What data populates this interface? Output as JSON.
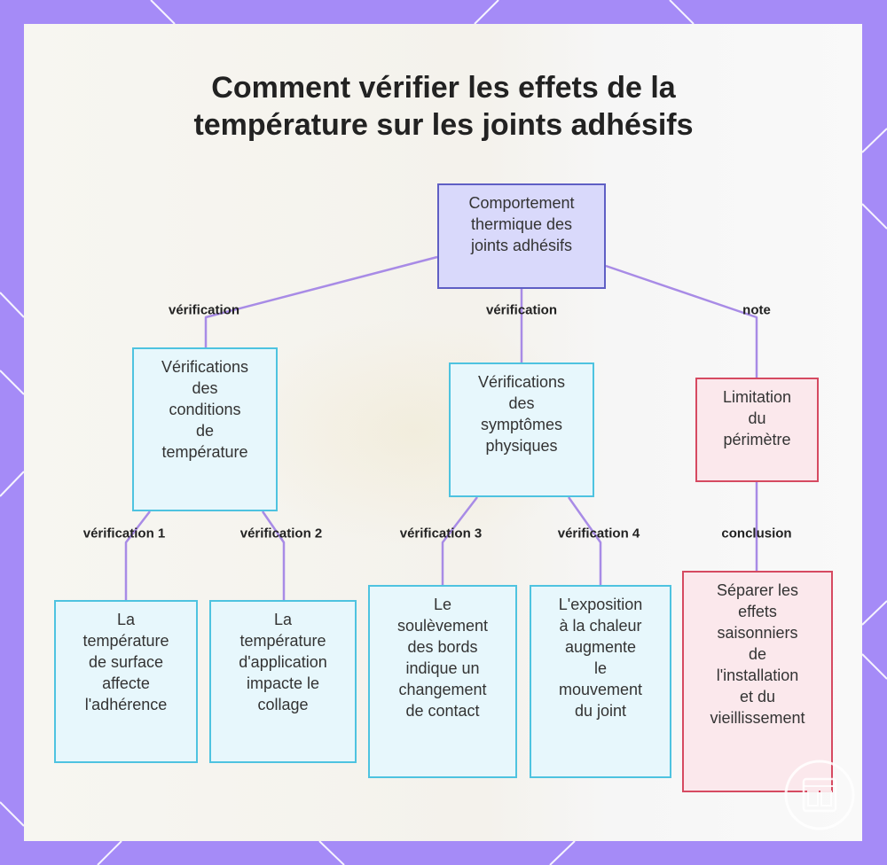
{
  "title": {
    "line1": "Comment vérifier les effets de la",
    "line2": "température sur les joints adhésifs"
  },
  "nodes": {
    "root": [
      "Comportement",
      "thermique des",
      "joints adhésifs"
    ],
    "cond": [
      "Vérifications",
      "des",
      "conditions",
      "de",
      "température"
    ],
    "symp": [
      "Vérifications",
      "des",
      "symptômes",
      "physiques"
    ],
    "limit": [
      "Limitation",
      "du",
      "périmètre"
    ],
    "surface": [
      "La",
      "température",
      "de surface",
      "affecte",
      "l'adhérence"
    ],
    "application": [
      "La",
      "température",
      "d'application",
      "impacte le",
      "collage"
    ],
    "soulevement": [
      "Le",
      "soulèvement",
      "des bords",
      "indique un",
      "changement",
      "de contact"
    ],
    "exposition": [
      "L'exposition",
      "à la chaleur",
      "augmente",
      "le",
      "mouvement",
      "du joint"
    ],
    "separer": [
      "Séparer les",
      "effets",
      "saisonniers",
      "de",
      "l'installation",
      "et du",
      "vieillissement"
    ]
  },
  "edges": {
    "root_cond": "vérification",
    "root_symp": "vérification",
    "root_limit": "note",
    "cond_surface": "vérification 1",
    "cond_application": "vérification 2",
    "symp_soulevement": "vérification 3",
    "symp_exposition": "vérification 4",
    "limit_separer": "conclusion"
  },
  "colors": {
    "background": "#a58bf7",
    "connector": "#a88be6",
    "root_fill": "#d9d9fb",
    "root_border": "#5f5fc4",
    "check_fill": "#e7f7fc",
    "check_border": "#4ec3e0",
    "note_fill": "#fbe8ec",
    "note_border": "#d64a61"
  },
  "icons": {
    "frame_decoration": "diagonal-lines-decoration",
    "watermark": "window-logo-icon"
  }
}
